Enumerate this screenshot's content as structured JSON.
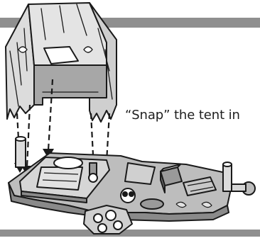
{
  "instruction_text": "“Snap” the tent in",
  "colors": {
    "background": "#ffffff",
    "rule_bar": "#8f8f8f",
    "outline": "#1a1a1a",
    "tent_light": "#dcdcdc",
    "tent_shadow": "#9a9a9a",
    "base_fill": "#bdbdbd",
    "base_dark": "#8a8a8a",
    "base_light": "#e2e2e2"
  },
  "icons": {
    "tent": "tent-roof-illustration",
    "base": "campsite-playset-base-illustration",
    "arrows": "snap-direction-arrows"
  }
}
